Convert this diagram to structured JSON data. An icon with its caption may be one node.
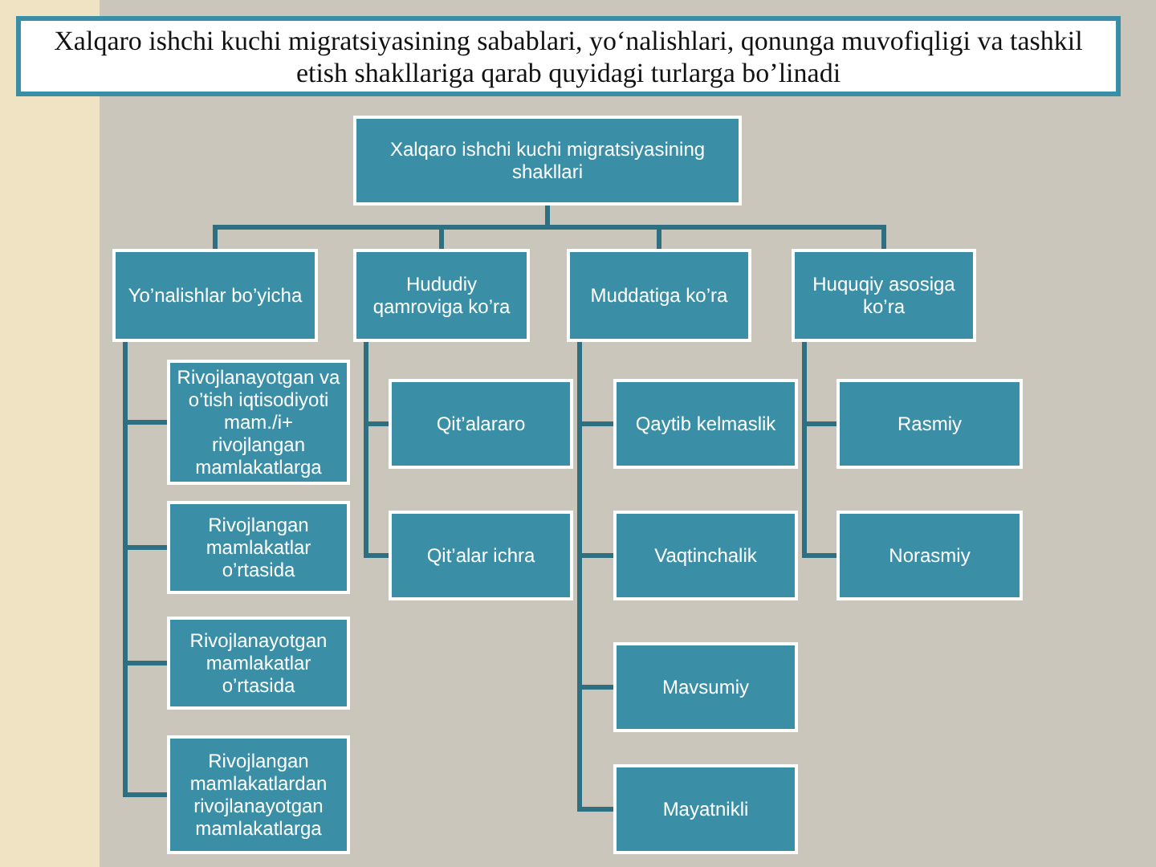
{
  "diagram": {
    "title": "Xalqaro ishchi kuchi migratsiyasining sabablari, yo‘nalishlari, qonunga muvofiqligi va tashkil etish shakllariga qarab quyidagi turlarga bo’linadi",
    "nodes": [
      {
        "text": [
          "Xalqaro ishchi kuchi migratsiyasining shakllari"
        ]
      },
      {
        "text": [
          "Yo’nalishlar bo’yicha"
        ]
      },
      {
        "text": [
          "Hududiy qamroviga ko’ra"
        ]
      },
      {
        "text": [
          "Muddatiga ko’ra"
        ]
      },
      {
        "text": [
          "Huquqiy asosiga ko’ra"
        ]
      },
      {
        "text": [
          "Rivojlanayotgan va o’tish iqtisodiyoti mam./i+ rivojlangan mamlakatlarga"
        ]
      },
      {
        "text": [
          "Rivojlangan mamlakatlar o’rtasida"
        ]
      },
      {
        "text": [
          "Rivojlanayotgan mamlakatlar o’rtasida"
        ]
      },
      {
        "text": [
          "Rivojlangan mamlakatlardan rivojlanayotgan mamlakatlarga"
        ]
      },
      {
        "text": [
          "Qit’alararo"
        ]
      },
      {
        "text": [
          "Qit’alar ichra"
        ]
      },
      {
        "text": [
          "Qaytib kelmaslik"
        ]
      },
      {
        "text": [
          "Vaqtinchalik"
        ]
      },
      {
        "text": [
          "Mavsumiy"
        ]
      },
      {
        "text": [
          "Mayatnikli"
        ]
      },
      {
        "text": [
          "Rasmiy"
        ]
      },
      {
        "text": [
          "Norasmiy"
        ]
      }
    ],
    "edges": [
      {
        "from": 0,
        "to": 1,
        "arrow": "none"
      },
      {
        "from": 0,
        "to": 2,
        "arrow": "none"
      },
      {
        "from": 0,
        "to": 3,
        "arrow": "none"
      },
      {
        "from": 0,
        "to": 4,
        "arrow": "none"
      },
      {
        "from": 1,
        "to": 5,
        "arrow": "none"
      },
      {
        "from": 1,
        "to": 6,
        "arrow": "none"
      },
      {
        "from": 1,
        "to": 7,
        "arrow": "none"
      },
      {
        "from": 1,
        "to": 8,
        "arrow": "none"
      },
      {
        "from": 2,
        "to": 9,
        "arrow": "none"
      },
      {
        "from": 2,
        "to": 10,
        "arrow": "none"
      },
      {
        "from": 3,
        "to": 11,
        "arrow": "none"
      },
      {
        "from": 3,
        "to": 12,
        "arrow": "none"
      },
      {
        "from": 3,
        "to": 13,
        "arrow": "none"
      },
      {
        "from": 3,
        "to": 14,
        "arrow": "none"
      },
      {
        "from": 4,
        "to": 15,
        "arrow": "none"
      },
      {
        "from": 4,
        "to": 16,
        "arrow": "none"
      }
    ]
  }
}
